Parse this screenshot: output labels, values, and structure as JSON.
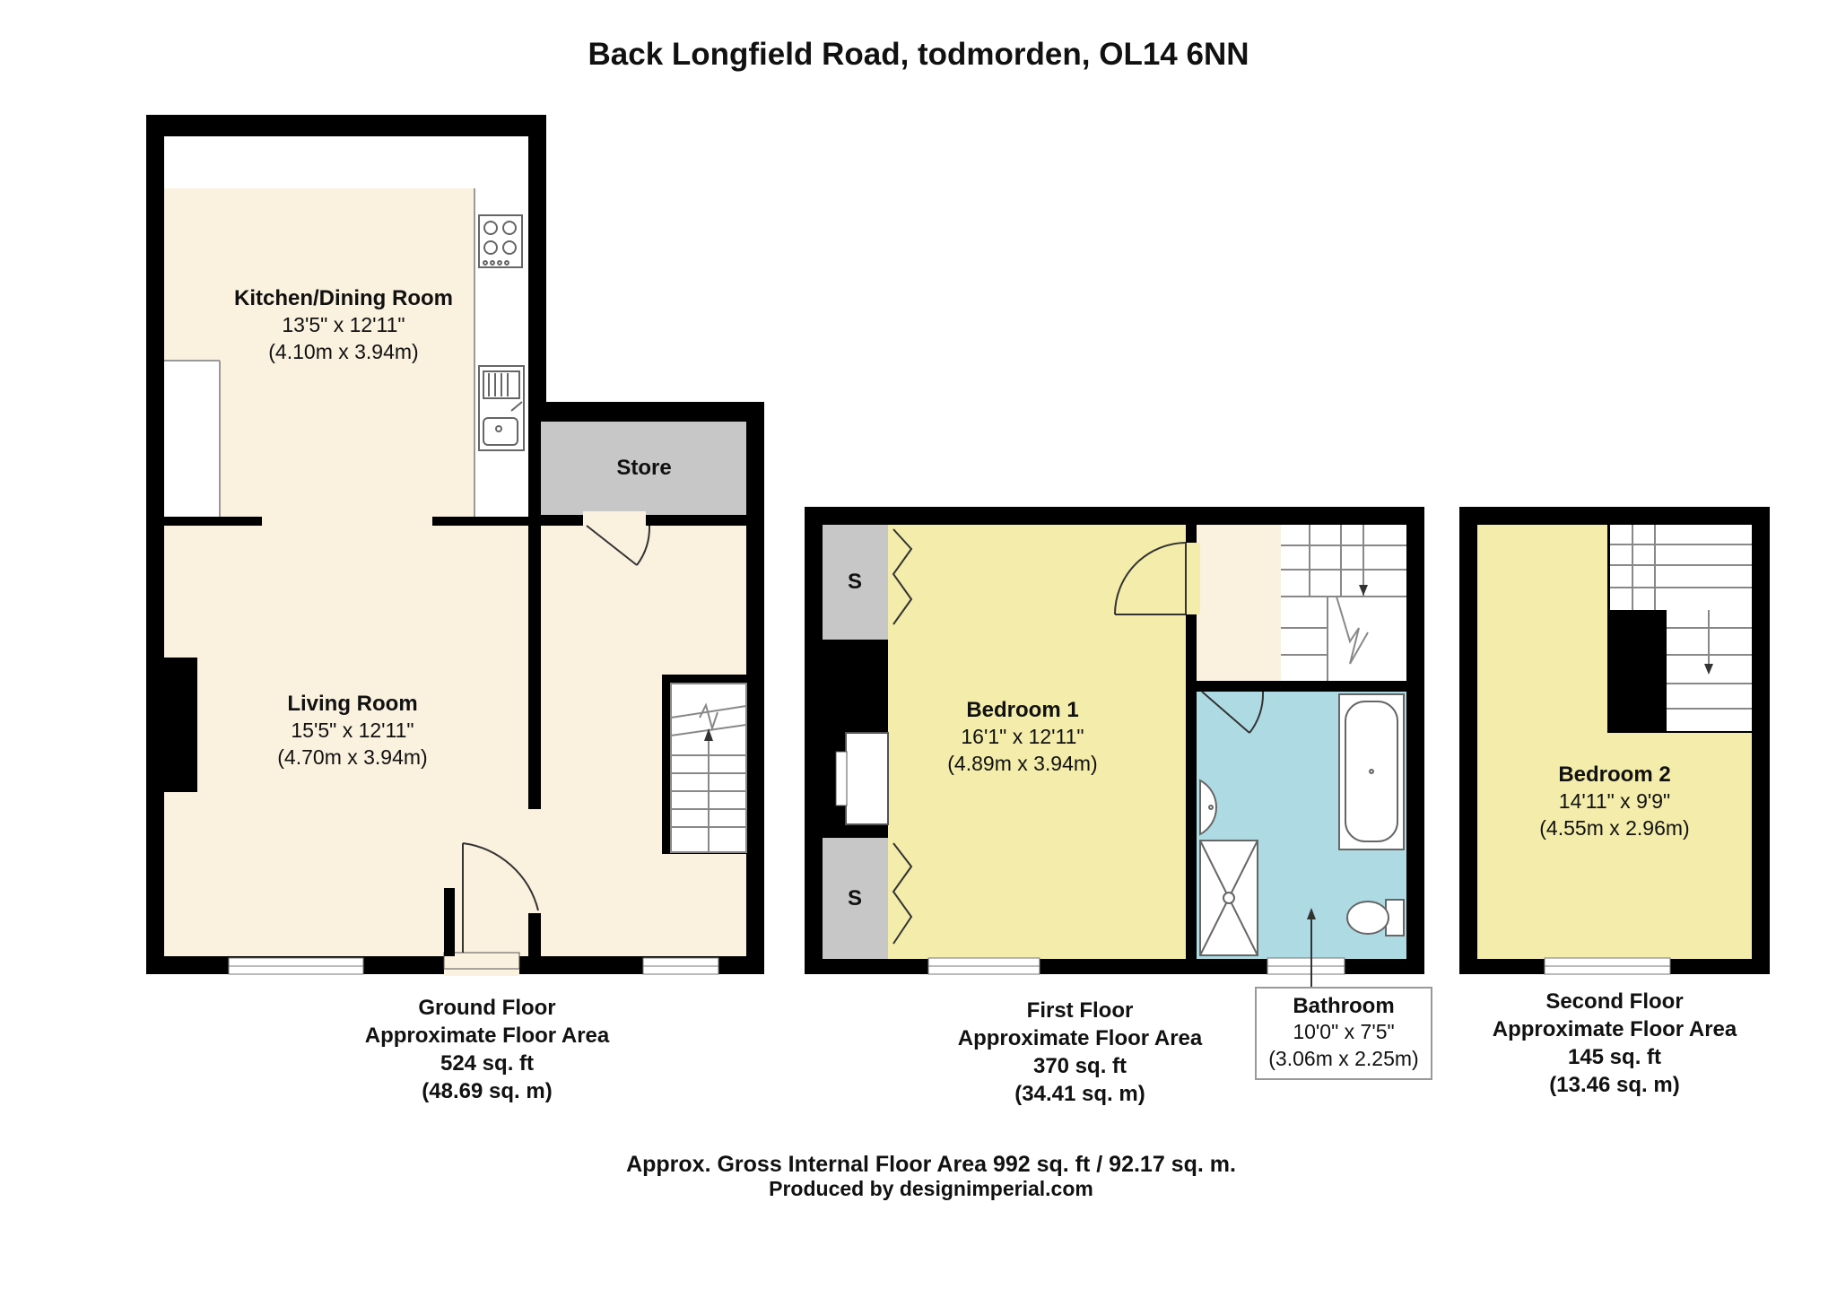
{
  "title": "Back Longfield Road, todmorden, OL14 6NN",
  "colors": {
    "wall": "#000000",
    "cream": "#faf1df",
    "yellow": "#f3ecaa",
    "store_grey": "#c7c7c7",
    "bathroom_blue": "#aedbe3",
    "fixture_line": "#666666"
  },
  "ground_floor": {
    "kitchen": {
      "name": "Kitchen/Dining Room",
      "imperial": "13'5\" x 12'11\"",
      "metric": "(4.10m x 3.94m)"
    },
    "living": {
      "name": "Living Room",
      "imperial": "15'5\" x 12'11\"",
      "metric": "(4.70m x 3.94m)"
    },
    "store": {
      "name": "Store"
    },
    "caption": [
      "Ground Floor",
      "Approximate Floor Area",
      "524 sq. ft",
      "(48.69 sq. m)"
    ]
  },
  "first_floor": {
    "bedroom1": {
      "name": "Bedroom 1",
      "imperial": "16'1\" x 12'11\"",
      "metric": "(4.89m x 3.94m)"
    },
    "storage_label": "S",
    "bathroom": {
      "name": "Bathroom",
      "imperial": "10'0\" x 7'5\"",
      "metric": "(3.06m x 2.25m)"
    },
    "caption": [
      "First Floor",
      "Approximate Floor Area",
      "370 sq. ft",
      "(34.41 sq. m)"
    ]
  },
  "second_floor": {
    "bedroom2": {
      "name": "Bedroom 2",
      "imperial": "14'11\" x 9'9\"",
      "metric": "(4.55m x 2.96m)"
    },
    "caption": [
      "Second Floor",
      "Approximate Floor Area",
      "145 sq. ft",
      "(13.46 sq. m)"
    ]
  },
  "footer": {
    "gross": "Approx. Gross Internal Floor Area 992 sq. ft / 92.17 sq. m.",
    "producer": "Produced by designimperial.com"
  }
}
